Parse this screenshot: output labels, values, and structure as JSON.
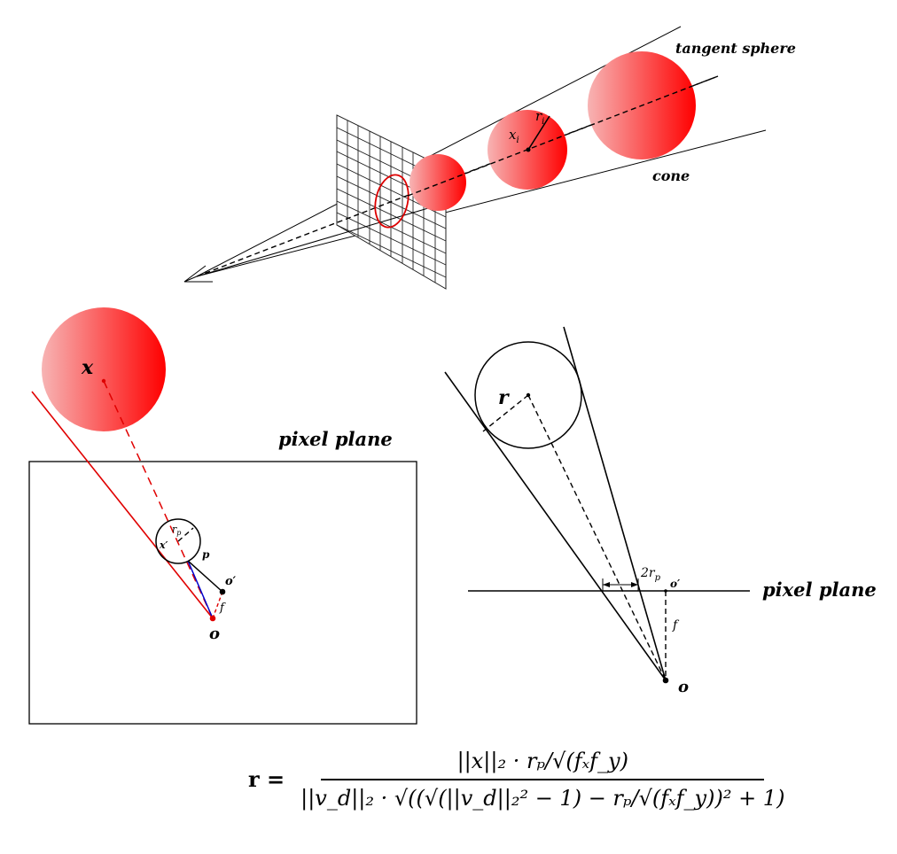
{
  "top_panel": {
    "label_tangent_sphere": "tangent sphere",
    "label_cone": "cone",
    "label_xi": "x",
    "label_xi_sub": "i",
    "label_ri": "r",
    "label_ri_sub": "i"
  },
  "left_panel": {
    "label_x": "x",
    "label_pixel_plane": "pixel plane",
    "label_rp": "r",
    "label_rp_sub": "p",
    "label_xprime": "x′",
    "label_p": "p",
    "label_oprime": "o′",
    "label_f": "f",
    "label_o": "o"
  },
  "right_panel": {
    "label_r": "r",
    "label_2rp": "2r",
    "label_2rp_sub": "p",
    "label_oprime": "o′",
    "label_pixel_plane": "pixel plane",
    "label_f": "f",
    "label_o": "o"
  },
  "formula": {
    "lhs": "r =",
    "numerator": "||x||₂ · rₚ/√(fₓf_y)",
    "denominator": "||v_d||₂ · √((√(||v_d||₂² − 1) − rₚ/√(fₓf_y))² + 1)"
  },
  "colors": {
    "sphere_red": "#ff0000",
    "sphere_light": "#f7b4b4",
    "ray_red": "#e00000",
    "ray_blue": "#0000cc"
  }
}
